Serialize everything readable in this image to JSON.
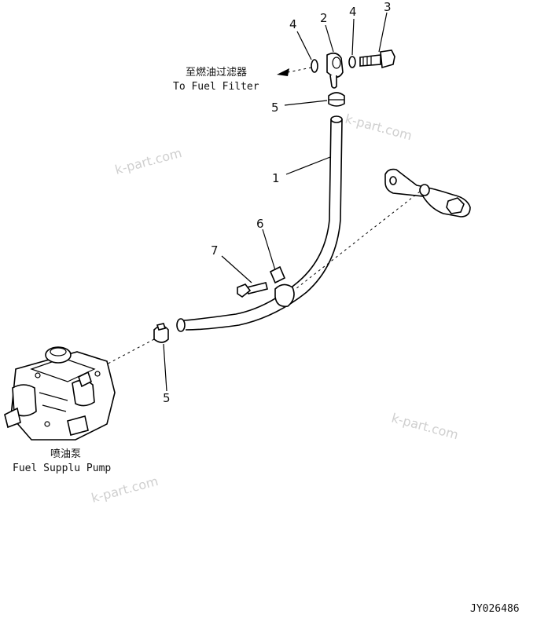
{
  "callouts": {
    "c1": "1",
    "c2": "2",
    "c3": "3",
    "c4a": "4",
    "c4b": "4",
    "c5a": "5",
    "c5b": "5",
    "c6": "6",
    "c7": "7"
  },
  "labels": {
    "to_filter_cn": "至燃油过滤器",
    "to_filter_en": "To Fuel Filter",
    "pump_cn": "喷油泵",
    "pump_en": "Fuel Supplu Pump"
  },
  "watermarks": [
    "k-part.com",
    "k-part.com",
    "k-part.com",
    "k-part.com"
  ],
  "drawing_code": "JY026486"
}
